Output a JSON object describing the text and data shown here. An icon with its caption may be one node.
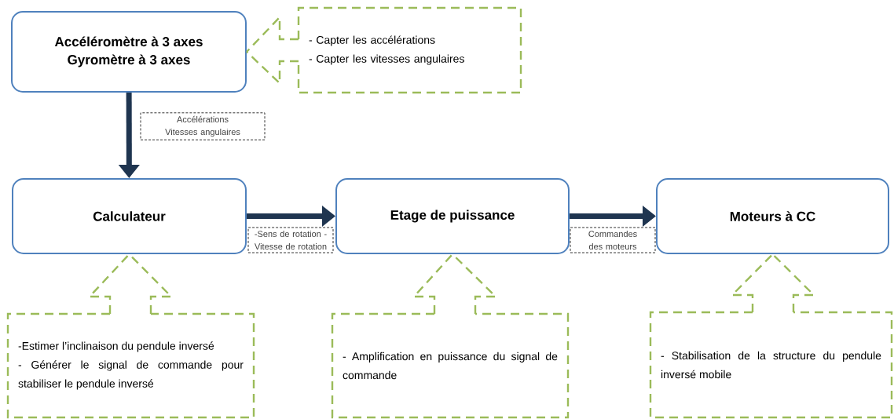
{
  "diagram": {
    "nodes": [
      {
        "text": [
          "Accéléromètre à 3 axes",
          "Gyromètre à 3 axes"
        ]
      },
      {
        "text": [
          "Calculateur"
        ]
      },
      {
        "text": [
          "Etage de puissance"
        ]
      },
      {
        "text": [
          "Moteurs à CC"
        ]
      },
      {
        "text": [
          "- Capter les accélérations",
          "- Capter les vitesses angulaires"
        ]
      },
      {
        "text": [
          "-Estimer l’inclinaison du pendule inversé",
          "- Générer le signal de commande pour stabiliser le pendule inversé"
        ]
      },
      {
        "text": [
          "- Amplification en puissance du signal de commande"
        ]
      },
      {
        "text": [
          "- Stabilisation de la structure du pendule inversé mobile"
        ]
      }
    ],
    "edges": [
      {
        "from": 0,
        "to": 1,
        "arrow": "to",
        "label": "Accélérations Vitesses angulaires",
        "style": "thick",
        "color": "#1f3550"
      },
      {
        "from": 1,
        "to": 2,
        "arrow": "to",
        "label": "-Sens de rotation - Vitesse de rotation",
        "style": "thick",
        "color": "#1f3550"
      },
      {
        "from": 2,
        "to": 3,
        "arrow": "to",
        "label": "Commandes des moteurs",
        "style": "thick",
        "color": "#1f3550"
      },
      {
        "from": 4,
        "to": 0,
        "arrow": "none",
        "style": "dashed",
        "color": "#9bbb59"
      },
      {
        "from": 5,
        "to": 1,
        "arrow": "none",
        "style": "dashed",
        "color": "#9bbb59"
      },
      {
        "from": 6,
        "to": 2,
        "arrow": "none",
        "style": "dashed",
        "color": "#9bbb59"
      },
      {
        "from": 7,
        "to": 3,
        "arrow": "none",
        "style": "dashed",
        "color": "#9bbb59"
      }
    ]
  }
}
